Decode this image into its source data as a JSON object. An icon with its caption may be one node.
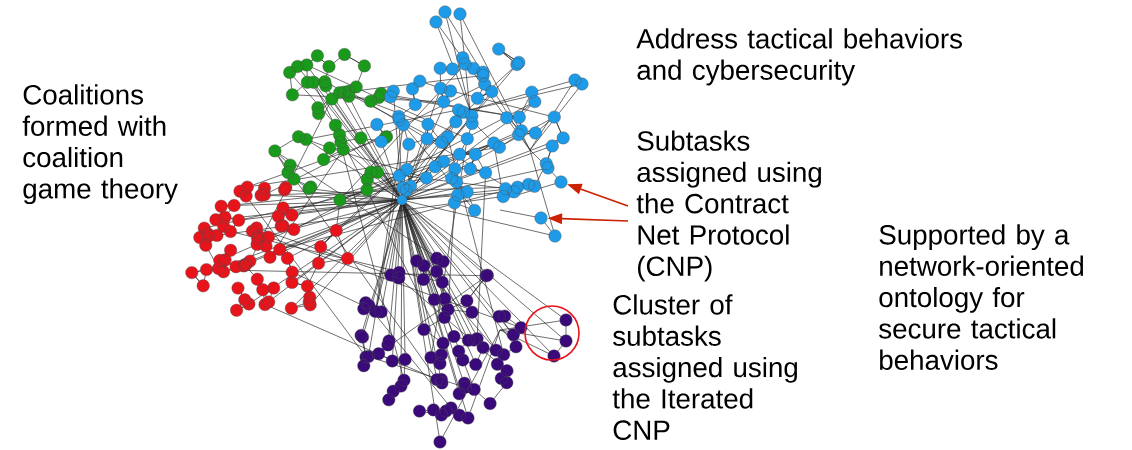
{
  "diagram": {
    "nodes": [
      {
        "text": [
          "Subtasks assigned using the Contract Net Protocol (CNP)"
        ]
      },
      {
        "text": [],
        "shape": "circle"
      },
      {
        "text": [],
        "shape": "circle"
      }
    ],
    "edges": [
      {
        "from": 0,
        "to": 1,
        "arrow": "to"
      },
      {
        "from": 0,
        "to": 2,
        "arrow": "to"
      }
    ],
    "labels": [
      "Address tactical behaviors and cybersecurity",
      "Coalitions formed with coalition game theory",
      "Supported by a network-oriented ontology for secure tactical behaviors",
      "Cluster of subtasks assigned using the Iterated CNP"
    ]
  }
}
